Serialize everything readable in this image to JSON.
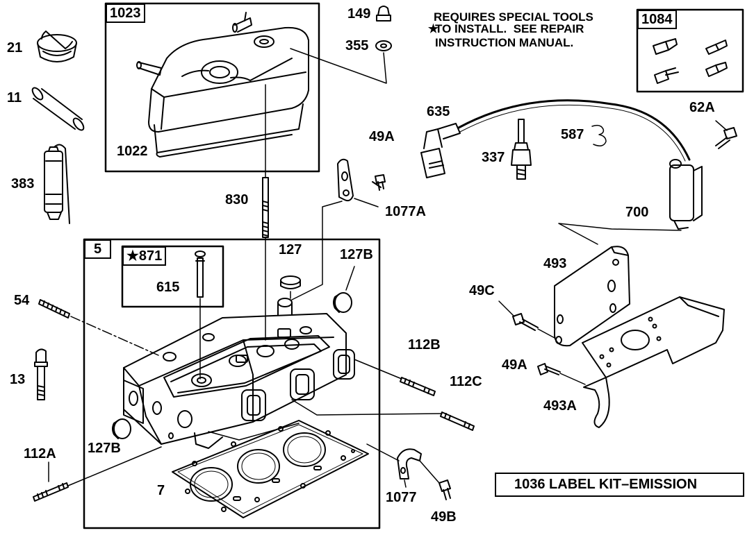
{
  "note": {
    "star": "★",
    "line1": "REQUIRES SPECIAL TOOLS",
    "line2": "TO INSTALL.  SEE REPAIR",
    "line3": "INSTRUCTION MANUAL."
  },
  "boxes": {
    "b1023": "1023",
    "b1084": "1084",
    "b5": "5",
    "b871": "★871"
  },
  "labels": {
    "l21": "21",
    "l11": "11",
    "l383": "383",
    "l1022": "1022",
    "l149": "149",
    "l355": "355",
    "l830": "830",
    "l49A_top": "49A",
    "l1077A": "1077A",
    "l635": "635",
    "l337": "337",
    "l587": "587",
    "l62A": "62A",
    "l700": "700",
    "l127": "127",
    "l127B_top": "127B",
    "l615": "615",
    "l54": "54",
    "l13": "13",
    "l112B": "112B",
    "l112C": "112C",
    "l493": "493",
    "l49C": "49C",
    "l49A_right": "49A",
    "l493A": "493A",
    "l127B_bottom": "127B",
    "l112A": "112A",
    "l7": "7",
    "l1077": "1077",
    "l49B": "49B"
  },
  "kit": {
    "text": "1036 LABEL KIT–EMISSION"
  }
}
